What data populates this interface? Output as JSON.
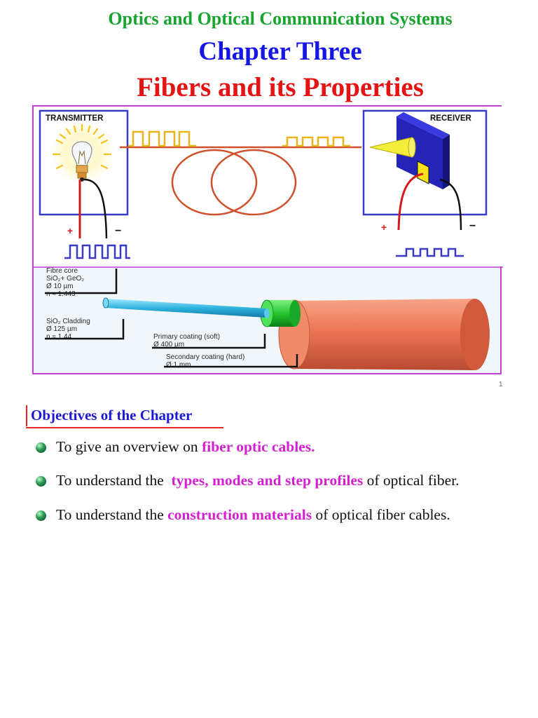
{
  "header": {
    "course": "Optics and Optical Communication Systems",
    "chapter": "Chapter Three",
    "topic": "Fibers and its Properties"
  },
  "figure": {
    "transmitter_label": "TRANSMITTER",
    "receiver_label": "RECEIVER",
    "plus": "+",
    "minus": "−",
    "core_label": [
      "Fibre core",
      "SiO₂+ GeO₂",
      "Ø 10 µm",
      "n ≈ 1.443"
    ],
    "cladding_label": [
      "SiO₂ Cladding",
      "Ø 125 µm",
      "n ≈ 1.44"
    ],
    "primary_label": [
      "Primary coating (soft)",
      "Ø 400 µm"
    ],
    "secondary_label": [
      "Secondary coating (hard)",
      "Ø 1 mm"
    ]
  },
  "page_number": "1",
  "objectives": {
    "heading": "Objectives of the Chapter",
    "items": [
      {
        "pre": "To give an overview on ",
        "highlight": "fiber optic cables.",
        "post": ""
      },
      {
        "pre": "To understand the  ",
        "highlight": "types, modes and step profiles",
        "post": " of optical fiber."
      },
      {
        "pre": "To understand the ",
        "highlight": "construction materials",
        "post": " of optical fiber cables."
      }
    ]
  },
  "colors": {
    "course": "#17a52f",
    "chapter": "#1515e6",
    "topic": "#e41414",
    "highlight": "#d21fd0",
    "figure_border": "#c23fd1"
  }
}
